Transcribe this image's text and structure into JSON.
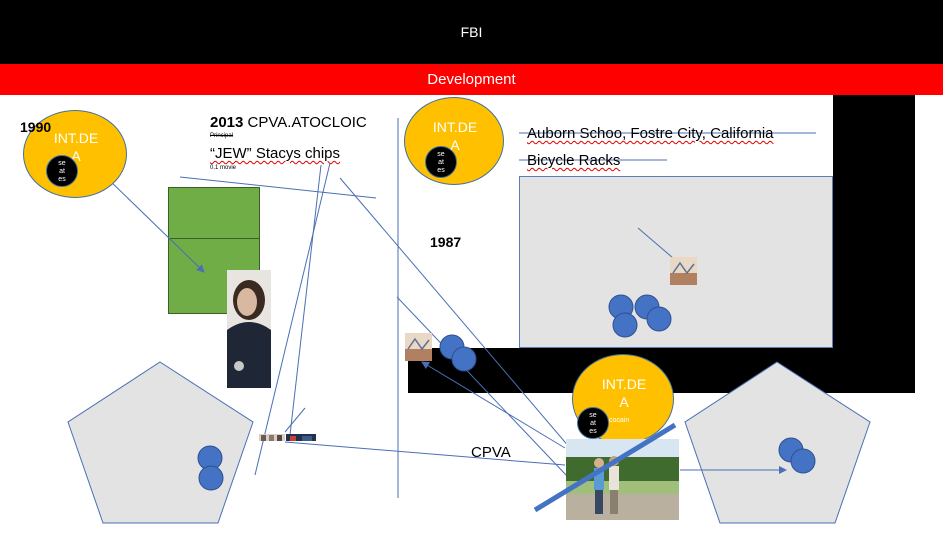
{
  "header": {
    "fbi_label": "FBI",
    "development_label": "Development"
  },
  "years": {
    "y1990": "1990",
    "y1987": "1987"
  },
  "timeline_2013": {
    "year": "2013",
    "org": " CPVA.ATOCLOIC",
    "principal": "Principal",
    "quote": "“JEW” Stacys chips",
    "movie": "0.1 movie"
  },
  "school": {
    "line1": "Auborn Schoo, Fostre City, California",
    "line2": "Bicycle Racks"
  },
  "circles": {
    "label_line1": "INT.DE",
    "label_line2": "A",
    "mini_text": [
      "se",
      "at",
      "es"
    ],
    "cocain": "cocain"
  },
  "labels": {
    "cpva": "CPVA"
  },
  "colors": {
    "gold": "#ffc000",
    "green": "#70ad47",
    "red_bar": "#ff0000",
    "blue_dot": "#4472c4",
    "arrow": "#4a6fb5"
  }
}
